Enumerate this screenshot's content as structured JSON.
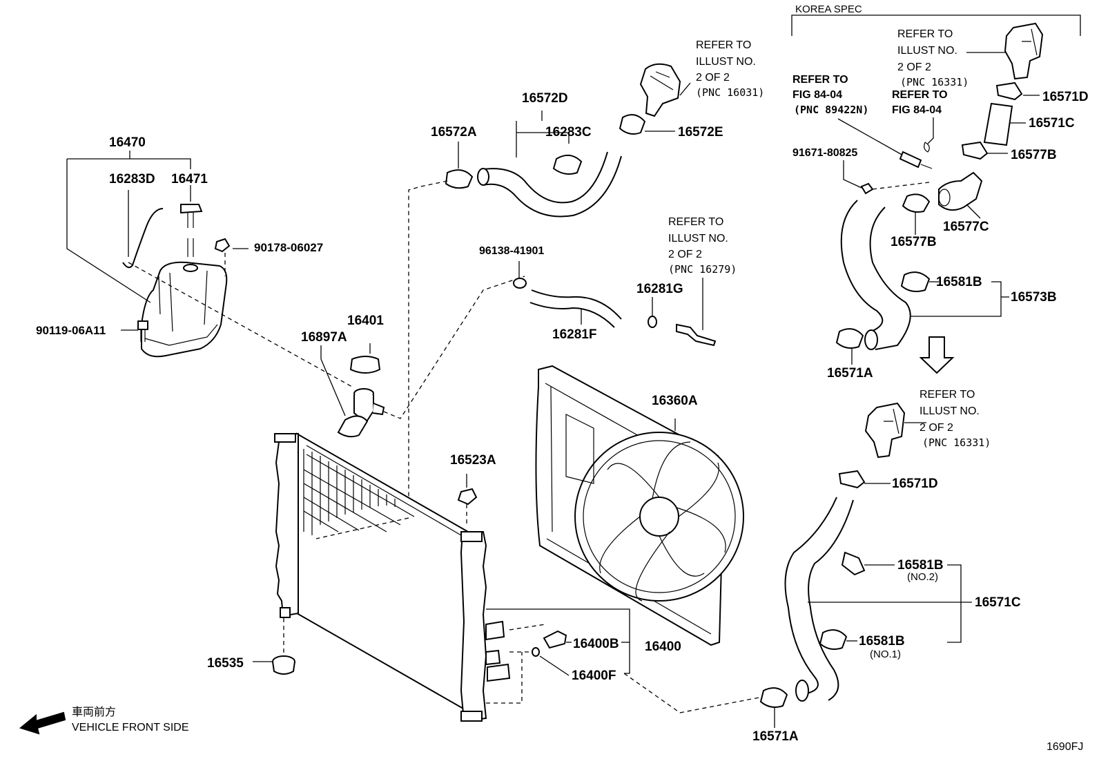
{
  "parts": {
    "p16470": "16470",
    "p16283D": "16283D",
    "p16471": "16471",
    "p90178": "90178-06027",
    "p90119": "90119-06A11",
    "p16401": "16401",
    "p16897A": "16897A",
    "p16572A": "16572A",
    "p16572D": "16572D",
    "p16283C": "16283C",
    "p16572E": "16572E",
    "p96138": "96138-41901",
    "p16281G": "16281G",
    "p16281F": "16281F",
    "p16360A": "16360A",
    "p16523A": "16523A",
    "p16535": "16535",
    "p16400B": "16400B",
    "p16400": "16400",
    "p16400F": "16400F",
    "p16571D_top": "16571D",
    "p16571C_top": "16571C",
    "p16577B_a": "16577B",
    "p91671": "91671-80825",
    "p16577B_b": "16577B",
    "p16577C": "16577C",
    "p16581B_top": "16581B",
    "p16573B": "16573B",
    "p16571A_top": "16571A",
    "p16571D_bot": "16571D",
    "p16581B_no2": "16581B",
    "p16571C_bot": "16571C",
    "p16581B_no1": "16581B",
    "p16571A_bot": "16571A"
  },
  "notes": {
    "refer_16031": [
      "REFER TO",
      "ILLUST NO.",
      "2 OF 2",
      "(PNC 16031)"
    ],
    "refer_16279": [
      "REFER TO",
      "ILLUST NO.",
      "2 OF 2",
      "(PNC 16279)"
    ],
    "refer_16331_top": [
      "REFER TO",
      "ILLUST NO.",
      "2 OF 2",
      "(PNC 16331)"
    ],
    "refer_fig_89422N": [
      "REFER TO",
      "FIG 84-04",
      "(PNC 89422N)"
    ],
    "refer_fig_b": [
      "REFER TO",
      "FIG 84-04"
    ],
    "refer_16331_bot": [
      "REFER TO",
      "ILLUST NO.",
      "2 OF 2",
      "(PNC 16331)"
    ],
    "no2": "(NO.2)",
    "no1": "(NO.1)",
    "korea_spec": "KOREA SPEC",
    "front_jp": "車両前方",
    "front_en": "VEHICLE FRONT SIDE",
    "fig_code": "1690FJ"
  }
}
